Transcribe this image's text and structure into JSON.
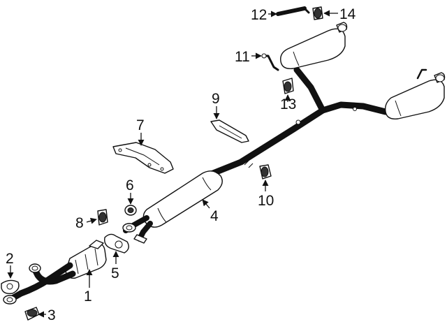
{
  "callouts": [
    {
      "id": "1",
      "label": "1"
    },
    {
      "id": "2",
      "label": "2"
    },
    {
      "id": "3",
      "label": "3"
    },
    {
      "id": "4",
      "label": "4"
    },
    {
      "id": "5",
      "label": "5"
    },
    {
      "id": "6",
      "label": "6"
    },
    {
      "id": "7",
      "label": "7"
    },
    {
      "id": "8",
      "label": "8"
    },
    {
      "id": "9",
      "label": "9"
    },
    {
      "id": "10",
      "label": "10"
    },
    {
      "id": "11",
      "label": "11"
    },
    {
      "id": "12",
      "label": "12"
    },
    {
      "id": "13",
      "label": "13"
    },
    {
      "id": "14",
      "label": "14"
    }
  ],
  "colors": {
    "line": "#111111",
    "background": "#ffffff"
  }
}
